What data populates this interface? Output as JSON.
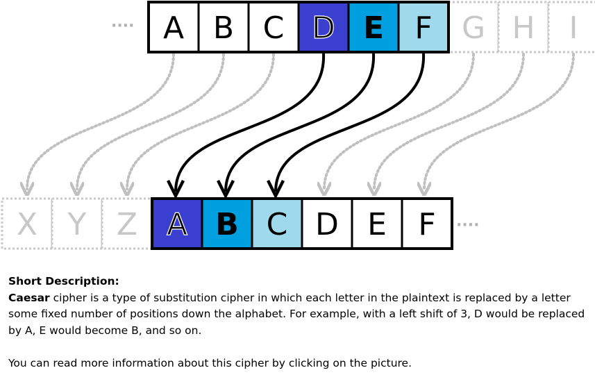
{
  "diagram": {
    "ellipsis": "····",
    "top_row": [
      {
        "letter": "A",
        "fill": "#ffffff",
        "color": "#000000",
        "faded": false
      },
      {
        "letter": "B",
        "fill": "#ffffff",
        "color": "#000000",
        "faded": false
      },
      {
        "letter": "C",
        "fill": "#ffffff",
        "color": "#000000",
        "faded": false
      },
      {
        "letter": "D",
        "fill": "#3a3fcf",
        "color": "#000000",
        "faded": false,
        "outline": true
      },
      {
        "letter": "E",
        "fill": "#00a0e0",
        "color": "#000000",
        "faded": false,
        "bold": true
      },
      {
        "letter": "F",
        "fill": "#9fdaec",
        "color": "#000000",
        "faded": false
      },
      {
        "letter": "G",
        "fill": "#ffffff",
        "color": "#c8c8c8",
        "faded": true
      },
      {
        "letter": "H",
        "fill": "#ffffff",
        "color": "#c8c8c8",
        "faded": true
      },
      {
        "letter": "I",
        "fill": "#ffffff",
        "color": "#c8c8c8",
        "faded": true
      }
    ],
    "bottom_row": [
      {
        "letter": "X",
        "fill": "#ffffff",
        "color": "#c8c8c8",
        "faded": true
      },
      {
        "letter": "Y",
        "fill": "#ffffff",
        "color": "#c8c8c8",
        "faded": true
      },
      {
        "letter": "Z",
        "fill": "#ffffff",
        "color": "#c8c8c8",
        "faded": true
      },
      {
        "letter": "A",
        "fill": "#3a3fcf",
        "color": "#000000",
        "faded": false,
        "outline": true
      },
      {
        "letter": "B",
        "fill": "#00a0e0",
        "color": "#000000",
        "faded": false,
        "bold": true
      },
      {
        "letter": "C",
        "fill": "#9fdaec",
        "color": "#000000",
        "faded": false
      },
      {
        "letter": "D",
        "fill": "#ffffff",
        "color": "#000000",
        "faded": false
      },
      {
        "letter": "E",
        "fill": "#ffffff",
        "color": "#000000",
        "faded": false
      },
      {
        "letter": "F",
        "fill": "#ffffff",
        "color": "#000000",
        "faded": false
      }
    ]
  },
  "description": {
    "heading": "Short Description:",
    "term": "Caesar",
    "body": " cipher is a type of substitution cipher in which each letter in the plaintext is replaced by a letter some fixed number of positions down the alphabet. For example, with a left shift of 3, D would be replaced by A, E would become B, and so on.",
    "more": "You can read more information about this cipher by clicking on the picture."
  }
}
